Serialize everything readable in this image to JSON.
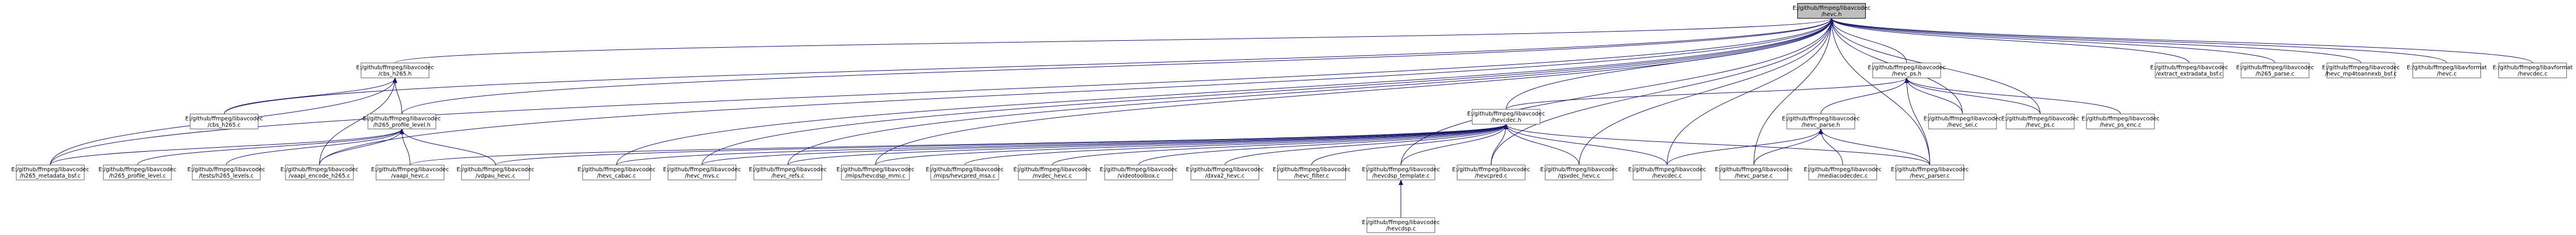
{
  "root_id": "hevc_h",
  "nodes": [
    {
      "id": "hevc_h",
      "lines": [
        "E:/github/ffmpeg/libavcodec",
        "/hevc.h"
      ],
      "focused": true
    },
    {
      "id": "cbs_h265_h",
      "lines": [
        "E:/github/ffmpeg/libavcodec",
        "/cbs_h265.h"
      ]
    },
    {
      "id": "hevc_ps_h",
      "lines": [
        "E:/github/ffmpeg/libavcodec",
        "/hevc_ps.h"
      ]
    },
    {
      "id": "extract_extradata",
      "lines": [
        "E:/github/ffmpeg/libavcodec",
        "/extract_extradata_bsf.c"
      ]
    },
    {
      "id": "h265_parse_c",
      "lines": [
        "E:/github/ffmpeg/libavcodec",
        "/h265_parse.c"
      ]
    },
    {
      "id": "hevc_mp4toannexb",
      "lines": [
        "E:/github/ffmpeg/libavcodec",
        "/hevc_mp4toannexb_bsf.c"
      ]
    },
    {
      "id": "libavformat_hevc_c",
      "lines": [
        "E:/github/ffmpeg/libavformat",
        "/hevc.c"
      ]
    },
    {
      "id": "hevcdec_c_fmt",
      "lines": [
        "E:/github/ffmpeg/libavformat",
        "/hevcdec.c"
      ]
    },
    {
      "id": "cbs_h265_c",
      "lines": [
        "E:/github/ffmpeg/libavcodec",
        "/cbs_h265.c"
      ]
    },
    {
      "id": "h265_profile_level_h",
      "lines": [
        "E:/github/ffmpeg/libavcodec",
        "/h265_profile_level.h"
      ]
    },
    {
      "id": "hevcdec_h",
      "lines": [
        "E:/github/ffmpeg/libavcodec",
        "/hevcdec.h"
      ]
    },
    {
      "id": "hevc_parse_h",
      "lines": [
        "E:/github/ffmpeg/libavcodec",
        "/hevc_parse.h"
      ]
    },
    {
      "id": "hevc_sei_c",
      "lines": [
        "E:/github/ffmpeg/libavcodec",
        "/hevc_sei.c"
      ]
    },
    {
      "id": "hevc_ps_c",
      "lines": [
        "E:/github/ffmpeg/libavcodec",
        "/hevc_ps.c"
      ]
    },
    {
      "id": "hevc_ps_enc_c",
      "lines": [
        "E:/github/ffmpeg/libavcodec",
        "/hevc_ps_enc.c"
      ]
    },
    {
      "id": "h265_metadata_bsf",
      "lines": [
        "E:/github/ffmpeg/libavcodec",
        "/h265_metadata_bsf.c"
      ]
    },
    {
      "id": "h265_profile_level_c",
      "lines": [
        "E:/github/ffmpeg/libavcodec",
        "/h265_profile_level.c"
      ]
    },
    {
      "id": "tests_h265_levels",
      "lines": [
        "E:/github/ffmpeg/libavcodec",
        "/tests/h265_levels.c"
      ]
    },
    {
      "id": "vaapi_encode_h265",
      "lines": [
        "E:/github/ffmpeg/libavcodec",
        "/vaapi_encode_h265.c"
      ]
    },
    {
      "id": "vaapi_hevc_c",
      "lines": [
        "E:/github/ffmpeg/libavcodec",
        "/vaapi_hevc.c"
      ]
    },
    {
      "id": "vdpau_hevc_c",
      "lines": [
        "E:/github/ffmpeg/libavcodec",
        "/vdpau_hevc.c"
      ]
    },
    {
      "id": "hevc_cabac_c",
      "lines": [
        "E:/github/ffmpeg/libavcodec",
        "/hevc_cabac.c"
      ]
    },
    {
      "id": "hevc_mvs_c",
      "lines": [
        "E:/github/ffmpeg/libavcodec",
        "/hevc_mvs.c"
      ]
    },
    {
      "id": "hevc_refs_c",
      "lines": [
        "E:/github/ffmpeg/libavcodec",
        "/hevc_refs.c"
      ]
    },
    {
      "id": "mips_hevcdsp_mmi",
      "lines": [
        "E:/github/ffmpeg/libavcodec",
        "/mips/hevcdsp_mmi.c"
      ]
    },
    {
      "id": "mips_hevcpred_msa",
      "lines": [
        "E:/github/ffmpeg/libavcodec",
        "/mips/hevcpred_msa.c"
      ]
    },
    {
      "id": "nvdec_hevc_c",
      "lines": [
        "E:/github/ffmpeg/libavcodec",
        "/nvdec_hevc.c"
      ]
    },
    {
      "id": "videotoolbox_c",
      "lines": [
        "E:/github/ffmpeg/libavcodec",
        "/videotoolbox.c"
      ]
    },
    {
      "id": "dxva2_hevc_c",
      "lines": [
        "E:/github/ffmpeg/libavcodec",
        "/dxva2_hevc.c"
      ]
    },
    {
      "id": "hevc_filter_c",
      "lines": [
        "E:/github/ffmpeg/libavcodec",
        "/hevc_filter.c"
      ]
    },
    {
      "id": "hevcdsp_template_c",
      "lines": [
        "E:/github/ffmpeg/libavcodec",
        "/hevcdsp_template.c"
      ]
    },
    {
      "id": "hevcpred_c",
      "lines": [
        "E:/github/ffmpeg/libavcodec",
        "/hevcpred.c"
      ]
    },
    {
      "id": "qsvdec_hevc_c",
      "lines": [
        "E:/github/ffmpeg/libavcodec",
        "/qsvdec_hevc.c"
      ]
    },
    {
      "id": "hevcdec_c",
      "lines": [
        "E:/github/ffmpeg/libavcodec",
        "/hevcdec.c"
      ]
    },
    {
      "id": "hevc_parse_c",
      "lines": [
        "E:/github/ffmpeg/libavcodec",
        "/hevc_parse.c"
      ]
    },
    {
      "id": "mediacodecdec_c",
      "lines": [
        "E:/github/ffmpeg/libavcodec",
        "/mediacodecdec.c"
      ]
    },
    {
      "id": "hevc_parser_c",
      "lines": [
        "E:/github/ffmpeg/libavcodec",
        "/hevc_parser.c"
      ]
    },
    {
      "id": "hevcdsp_c",
      "lines": [
        "E:/github/ffmpeg/libavcodec",
        "/hevcdsp.c"
      ]
    }
  ],
  "edges": [
    [
      "cbs_h265_h",
      "hevc_h"
    ],
    [
      "hevc_ps_h",
      "hevc_h"
    ],
    [
      "extract_extradata",
      "hevc_h"
    ],
    [
      "h265_parse_c",
      "hevc_h"
    ],
    [
      "hevc_mp4toannexb",
      "hevc_h"
    ],
    [
      "libavformat_hevc_c",
      "hevc_h"
    ],
    [
      "hevcdec_c_fmt",
      "hevc_h"
    ],
    [
      "cbs_h265_c",
      "hevc_h"
    ],
    [
      "h265_metadata_bsf",
      "hevc_h"
    ],
    [
      "h265_profile_level_h",
      "hevc_h"
    ],
    [
      "hevcdec_h",
      "hevc_h"
    ],
    [
      "vaapi_encode_h265",
      "hevc_h"
    ],
    [
      "hevc_sei_c",
      "hevc_h"
    ],
    [
      "hevc_ps_c",
      "hevc_h"
    ],
    [
      "hevc_cabac_c",
      "hevc_h"
    ],
    [
      "hevc_mvs_c",
      "hevc_h"
    ],
    [
      "hevc_refs_c",
      "hevc_h"
    ],
    [
      "mips_hevcdsp_mmi",
      "hevc_h"
    ],
    [
      "hevcdsp_template_c",
      "hevc_h"
    ],
    [
      "hevcpred_c",
      "hevc_h"
    ],
    [
      "qsvdec_hevc_c",
      "hevc_h"
    ],
    [
      "hevcdec_c",
      "hevc_h"
    ],
    [
      "hevc_parse_c",
      "hevc_h"
    ],
    [
      "hevc_parser_c",
      "hevc_h"
    ],
    [
      "cbs_h265_c",
      "cbs_h265_h"
    ],
    [
      "h265_metadata_bsf",
      "cbs_h265_h"
    ],
    [
      "h265_profile_level_h",
      "cbs_h265_h"
    ],
    [
      "vaapi_encode_h265",
      "cbs_h265_h"
    ],
    [
      "h265_metadata_bsf",
      "h265_profile_level_h"
    ],
    [
      "h265_profile_level_c",
      "h265_profile_level_h"
    ],
    [
      "tests_h265_levels",
      "h265_profile_level_h"
    ],
    [
      "vaapi_encode_h265",
      "h265_profile_level_h"
    ],
    [
      "vaapi_hevc_c",
      "h265_profile_level_h"
    ],
    [
      "vdpau_hevc_c",
      "h265_profile_level_h"
    ],
    [
      "hevcdec_h",
      "hevc_ps_h"
    ],
    [
      "hevc_parse_h",
      "hevc_ps_h"
    ],
    [
      "hevc_sei_c",
      "hevc_ps_h"
    ],
    [
      "hevc_ps_c",
      "hevc_ps_h"
    ],
    [
      "hevc_ps_enc_c",
      "hevc_ps_h"
    ],
    [
      "hevc_parser_c",
      "hevc_ps_h"
    ],
    [
      "hevcdec_c",
      "hevc_parse_h"
    ],
    [
      "hevc_parse_c",
      "hevc_parse_h"
    ],
    [
      "mediacodecdec_c",
      "hevc_parse_h"
    ],
    [
      "hevc_parser_c",
      "hevc_parse_h"
    ],
    [
      "vaapi_hevc_c",
      "hevcdec_h"
    ],
    [
      "vdpau_hevc_c",
      "hevcdec_h"
    ],
    [
      "hevc_cabac_c",
      "hevcdec_h"
    ],
    [
      "hevc_mvs_c",
      "hevcdec_h"
    ],
    [
      "hevc_refs_c",
      "hevcdec_h"
    ],
    [
      "mips_hevcdsp_mmi",
      "hevcdec_h"
    ],
    [
      "mips_hevcpred_msa",
      "hevcdec_h"
    ],
    [
      "nvdec_hevc_c",
      "hevcdec_h"
    ],
    [
      "videotoolbox_c",
      "hevcdec_h"
    ],
    [
      "dxva2_hevc_c",
      "hevcdec_h"
    ],
    [
      "hevc_filter_c",
      "hevcdec_h"
    ],
    [
      "hevcdsp_template_c",
      "hevcdec_h"
    ],
    [
      "hevcpred_c",
      "hevcdec_h"
    ],
    [
      "qsvdec_hevc_c",
      "hevcdec_h"
    ],
    [
      "hevcdec_c",
      "hevcdec_h"
    ],
    [
      "hevc_parser_c",
      "hevcdec_h"
    ],
    [
      "hevcdsp_c",
      "hevcdsp_template_c"
    ]
  ]
}
